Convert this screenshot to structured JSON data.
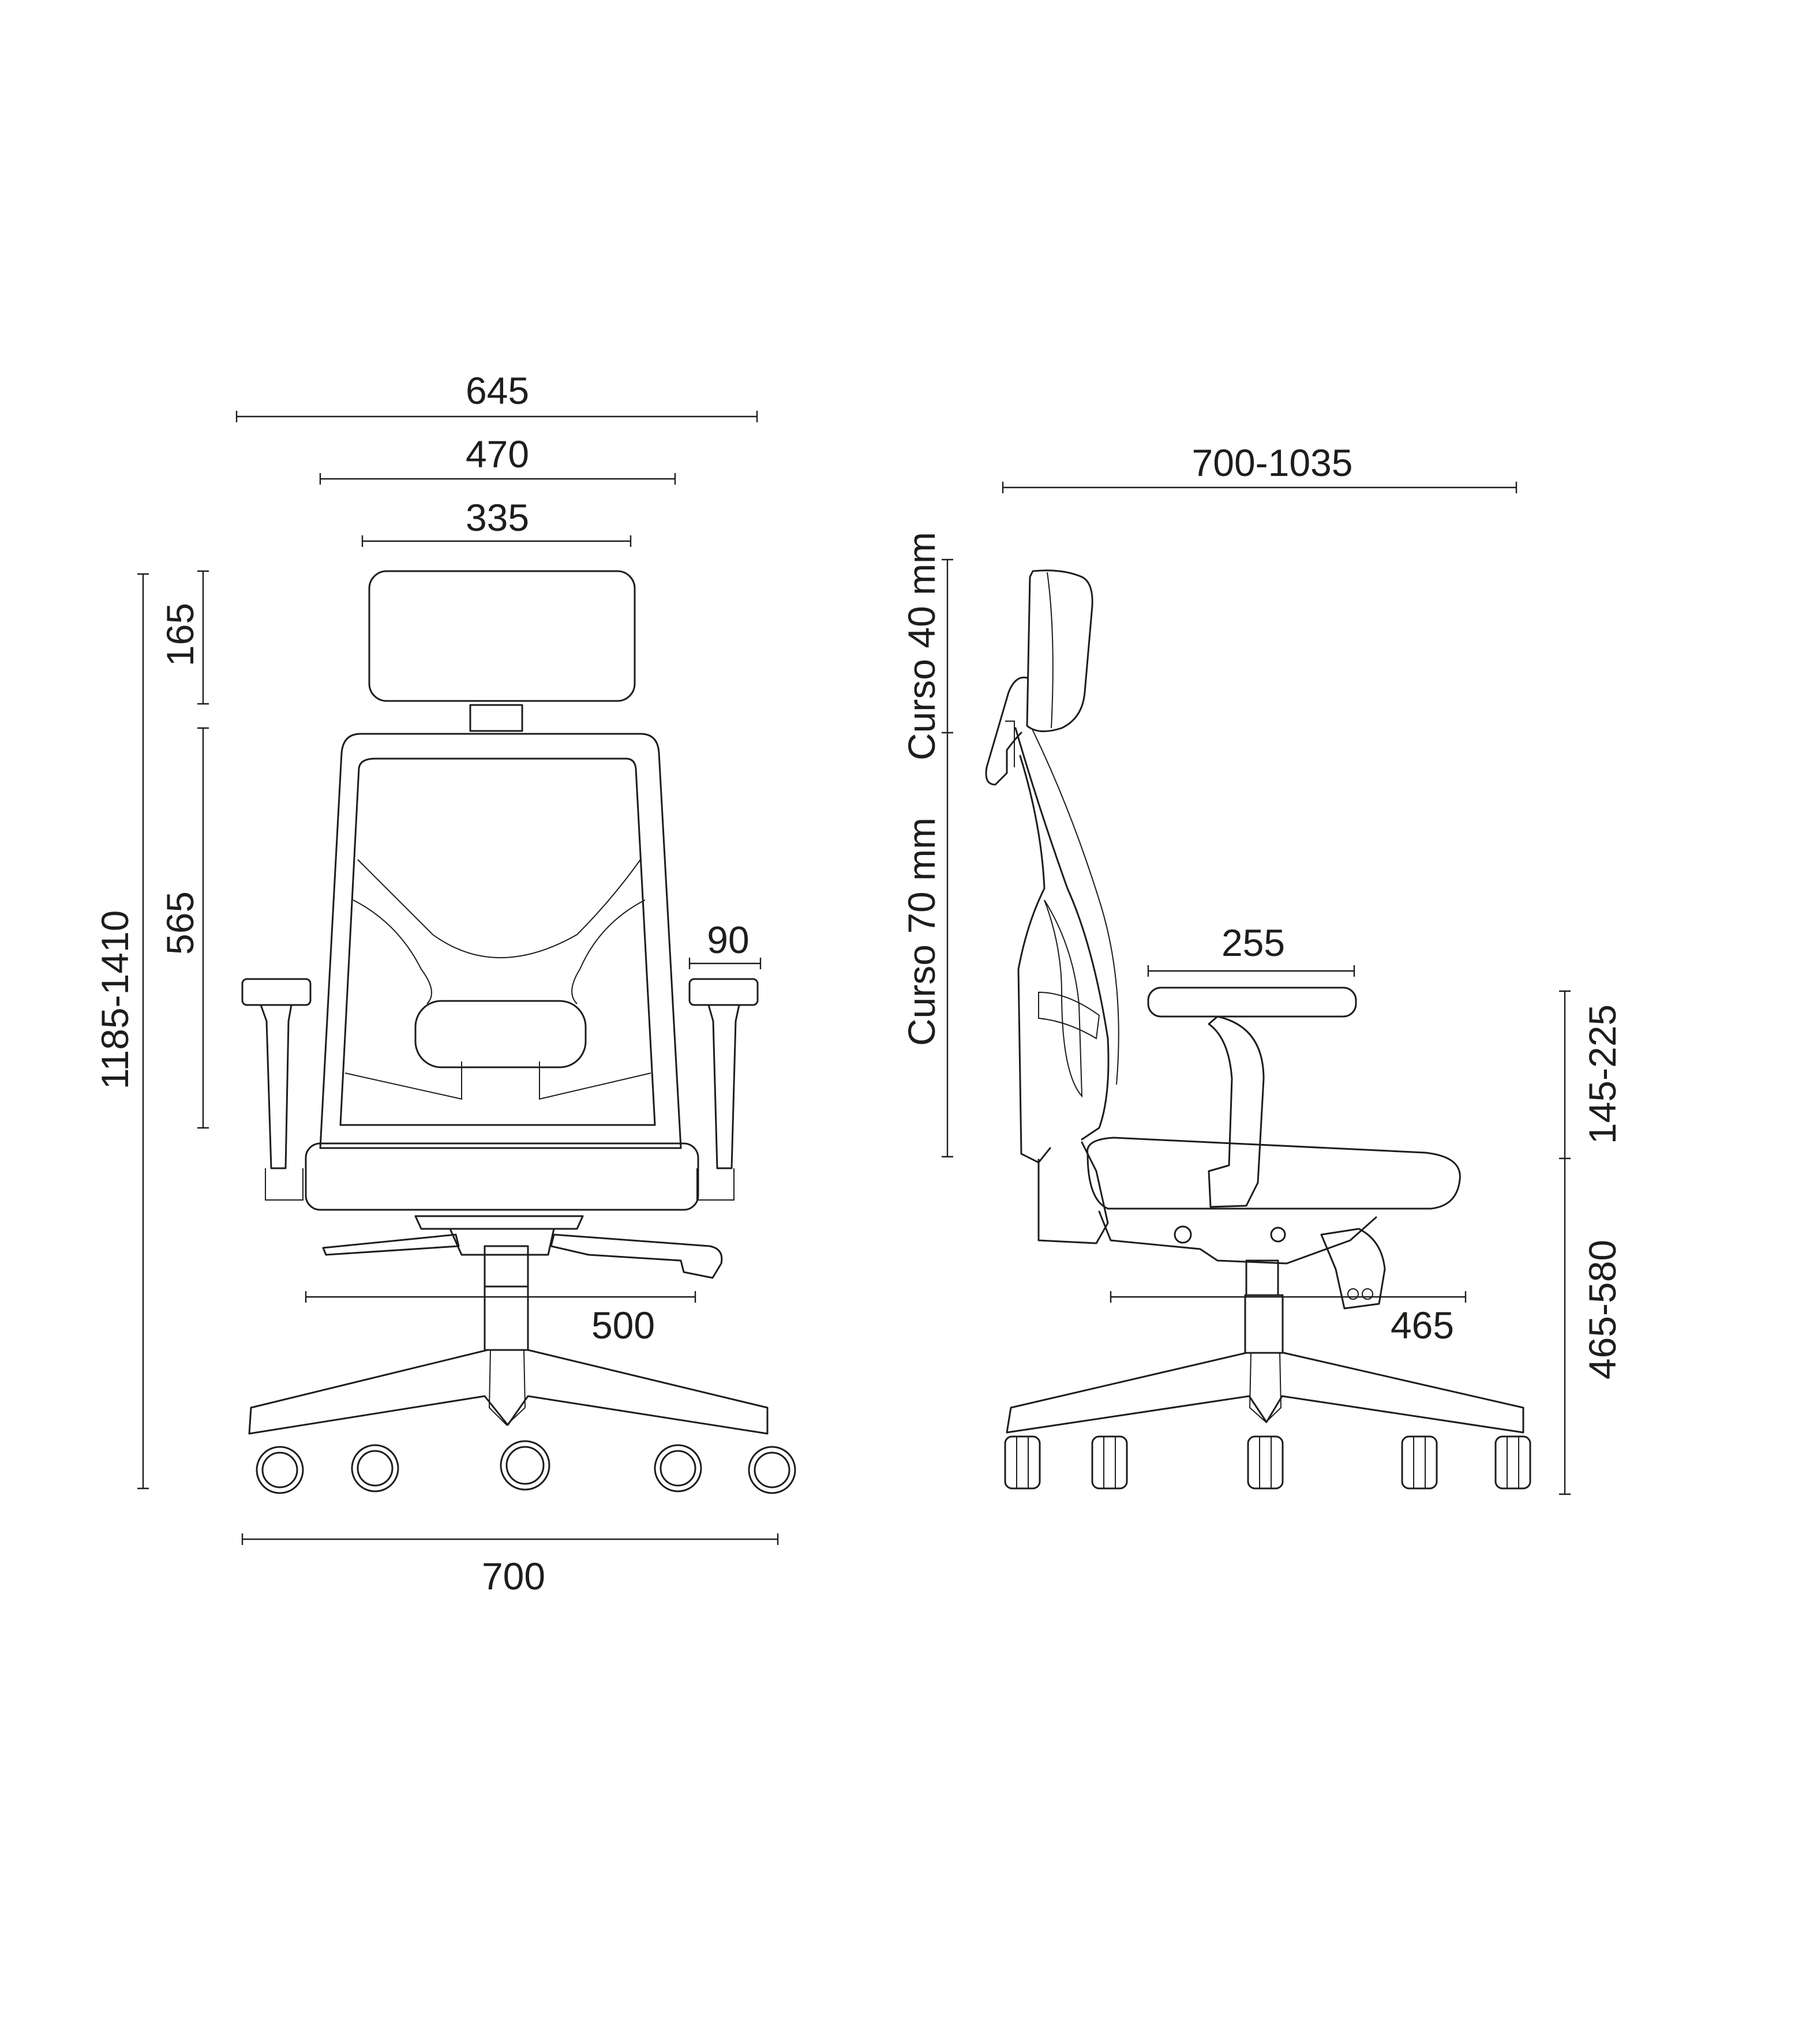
{
  "colors": {
    "ink": "#1d1d1b",
    "background": "#ffffff"
  },
  "front_view": {
    "overall_width_top": "645",
    "backrest_width": "470",
    "headrest_width": "335",
    "headrest_height": "165",
    "backrest_height": "565",
    "total_height": "1185-1410",
    "armrest_width": "90",
    "seat_width": "500",
    "base_width": "700"
  },
  "side_view": {
    "overall_depth": "700-1035",
    "headrest_travel": "Curso 40 mm",
    "backrest_travel": "Curso 70 mm",
    "armrest_length": "255",
    "armrest_height": "145-225",
    "seat_height": "465-580",
    "seat_depth": "465"
  }
}
